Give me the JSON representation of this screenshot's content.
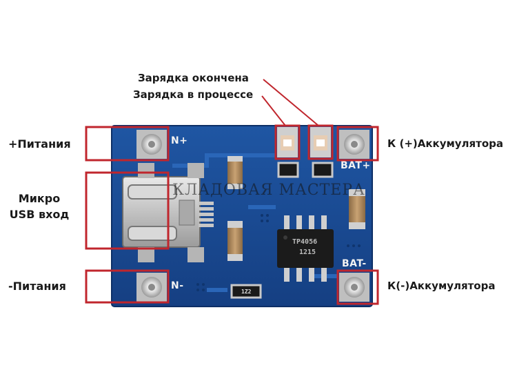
{
  "labels": {
    "charge_done": "Зарядка окончена",
    "charging": "Зарядка в процессе",
    "power_plus": "+Питания",
    "micro_usb": "Микро\nUSB вход",
    "power_minus": "-Питания",
    "bat_plus": "К (+)Аккумулятора",
    "bat_minus": "К(-)Аккумулятора"
  },
  "silkscreen": {
    "in_plus": "N+",
    "in_minus": "N-",
    "bat_plus": "BAT+",
    "bat_minus": "BAT-"
  },
  "chip": {
    "line1": "TP4056",
    "line2": "1215"
  },
  "resistor_code": "1Z2",
  "watermark": "КЛАДОВАЯ МАСТЕРА",
  "colors": {
    "pcb": "#1a4c93",
    "pcb_dark": "#0f356e",
    "highlight_box": "#c0262d",
    "pointer_line": "#c0262d",
    "pad": "#d6d6d6",
    "label_text": "#1a1a1a"
  }
}
